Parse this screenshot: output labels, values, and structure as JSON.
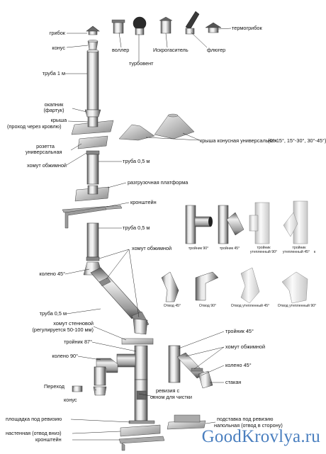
{
  "labels": {
    "gribok": "грибок",
    "konus_top": "конус",
    "truba_1m": "труба 1 м",
    "okapnik": "окапник",
    "okapnik_sub": "(фартук)",
    "krysha": "крыша",
    "krysha_sub": "(проход через кровлю)",
    "rozetta": "розетта",
    "rozetta_sub": "универсальная",
    "khomut_1": "хомут обжимной",
    "voller": "воллер",
    "turboventil": "турбовент",
    "iskrogasitel": "Искрогаситель",
    "fliuger": "флюгер",
    "termogribok": "термогрибок",
    "krysha_konus": "крыша конусная универсальная",
    "krysha_konus_angles": "(0°-15°, 15°-30°, 30°-45°)",
    "truba_05_1": "труба 0,5 м",
    "razgruz_platforma": "разгрузочная платформа",
    "kronshtein_1": "кронштейн",
    "truba_05_2": "труба 0,5 м",
    "khomut_2": "хомут обжимной",
    "koleno_45_1": "колено 45°",
    "truba_05_3": "труба 0,5 м",
    "khomut_stenovoy": "хомут стенновой",
    "khomut_stenovoy_sub": "(регулируется 50-100 мм)",
    "troynik_87": "тройник 87°",
    "koleno_90": "колено 90°",
    "perekhod": "Переход",
    "konus_bottom": "конус",
    "revizia": "ревизия с",
    "revizia_sub": "окном для чистки",
    "troynik_45": "тройник 45°",
    "khomut_3": "хомут обжимной",
    "koleno_45_2": "колено 45°",
    "stakan": "стакан",
    "ploshchadka": "площадка под ревизию",
    "nastennaya": "настенная (отвод вниз)",
    "kronshtein_2": "кронштейн",
    "podstavka": "подставка под ревизию",
    "podstavka_sub": "напольная (отвод в сторону)"
  },
  "captions": {
    "troynik_90": "тройник 90°",
    "troynik_45": "тройник 45°",
    "troynik_uteplenny_90": "тройник",
    "troynik_uteplenny_90_sub": "утепленный 90°",
    "troynik_uteplenny_45": "тройник",
    "troynik_uteplenny_45_sub": "утепленный 45°",
    "troynik_uteplenny_45_tail": "к",
    "otvod_45": "Отвод 45°",
    "otvod_90": "Отвод 90°",
    "otvod_uteplenny_45": "Отвод утепленный 45°",
    "otvod_uteplenny_90": "Отвод утепленный 90°"
  },
  "watermark": "GoodKrovlya.ru",
  "colors": {
    "steel_light": "#e8e8e8",
    "steel_mid": "#a9a9a9",
    "steel_dark": "#5a5a5a",
    "leader": "#222222",
    "watermark": "#4a7fbf"
  }
}
